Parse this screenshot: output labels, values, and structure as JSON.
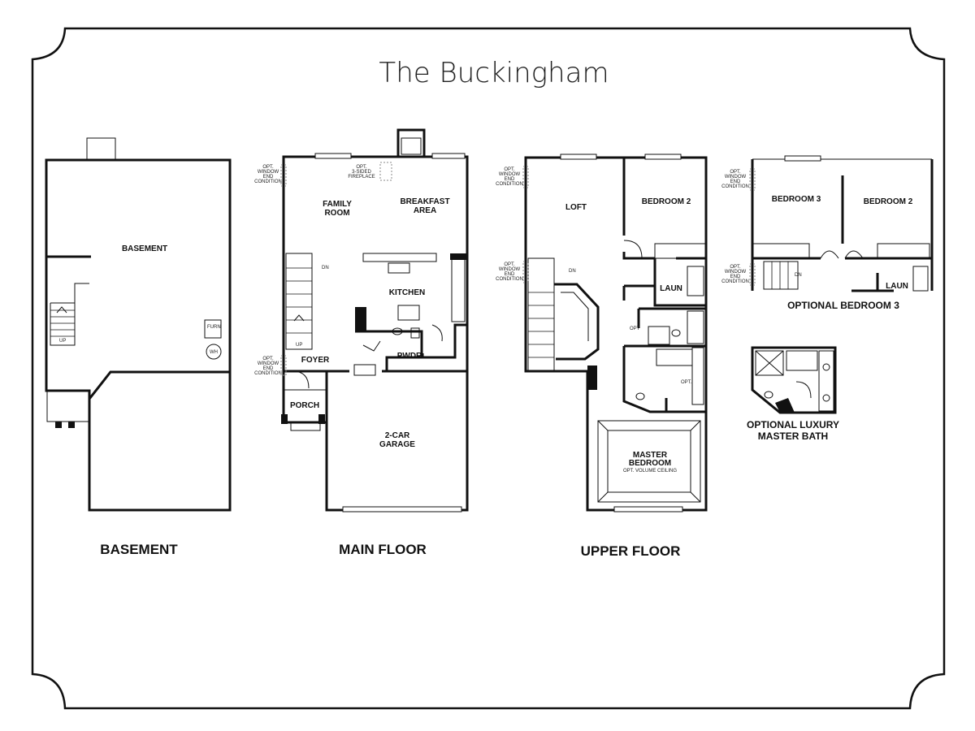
{
  "title": "The Buckingham",
  "captions": {
    "basement": "BASEMENT",
    "main_floor": "MAIN FLOOR",
    "upper_floor": "UPPER FLOOR",
    "optional_bedroom_3": "OPTIONAL BEDROOM 3",
    "optional_luxury_line1": "OPTIONAL LUXURY",
    "optional_luxury_line2": "MASTER BATH"
  },
  "basement": {
    "basement": "BASEMENT",
    "furn": "FURN",
    "wh": "WH",
    "up": "UP"
  },
  "main": {
    "family_line1": "FAMILY",
    "family_line2": "ROOM",
    "breakfast_line1": "BREAKFAST",
    "breakfast_line2": "AREA",
    "kitchen": "KITCHEN",
    "foyer": "FOYER",
    "pwdr": "PWDR",
    "porch": "PORCH",
    "garage_line1": "2-CAR",
    "garage_line2": "GARAGE",
    "fp_line1": "OPT.",
    "fp_line2": "3-SIDED",
    "fp_line3": "FIREPLACE",
    "win1_line1": "OPT.",
    "win1_line2": "WINDOW",
    "win1_line3": "END",
    "win1_line4": "CONDITION",
    "win2_line1": "OPT.",
    "win2_line2": "WINDOW",
    "win2_line3": "END",
    "win2_line4": "CONDITION",
    "dn": "DN",
    "up": "UP"
  },
  "upper": {
    "loft": "LOFT",
    "bedroom2": "BEDROOM 2",
    "laun": "LAUN",
    "opt1": "OPT",
    "opt2": "OPT.",
    "master_line1": "MASTER",
    "master_line2": "BEDROOM",
    "master_line3": "OPT. VOLUME CEILING",
    "win1_line1": "OPT.",
    "win1_line2": "WINDOW",
    "win1_line3": "END",
    "win1_line4": "CONDITION",
    "win2_line1": "OPT.",
    "win2_line2": "WINDOW",
    "win2_line3": "END",
    "win2_line4": "CONDITION",
    "dn": "DN"
  },
  "optional": {
    "bedroom3": "BEDROOM 3",
    "bedroom2": "BEDROOM 2",
    "laun": "LAUN",
    "dn": "DN",
    "win1_line1": "OPT.",
    "win1_line2": "WINDOW",
    "win1_line3": "END",
    "win1_line4": "CONDITION",
    "win2_line1": "OPT.",
    "win2_line2": "WINDOW",
    "win2_line3": "END",
    "win2_line4": "CONDITION"
  }
}
